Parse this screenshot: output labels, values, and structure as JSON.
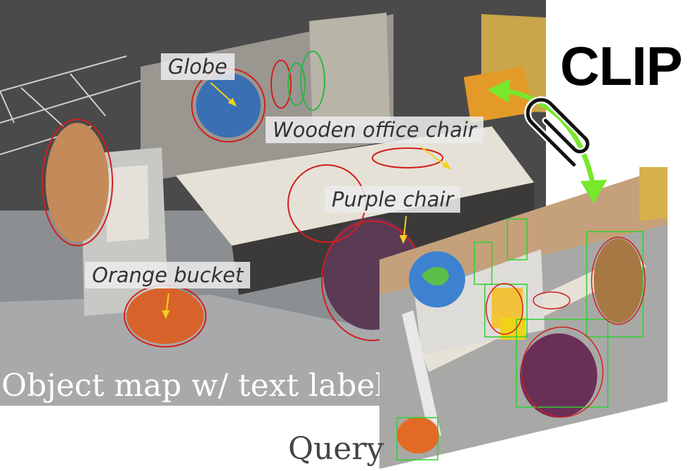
{
  "object_map": {
    "caption": "Object map w/ text labels",
    "labels": [
      {
        "id": "globe",
        "text": "Globe"
      },
      {
        "id": "wooden-office-chair",
        "text": "Wooden office chair"
      },
      {
        "id": "purple-chair",
        "text": "Purple chair"
      },
      {
        "id": "orange-bucket",
        "text": "Orange bucket"
      }
    ]
  },
  "clip": {
    "title": "CLIP",
    "icon": "paperclip-icon"
  },
  "query": {
    "caption": "Query"
  },
  "colors": {
    "arrow": "#77e82a",
    "bounding_ellipses": "#d21e1e",
    "query_boxes": "#2fd12f",
    "label_pointers": "#f2d21b"
  }
}
